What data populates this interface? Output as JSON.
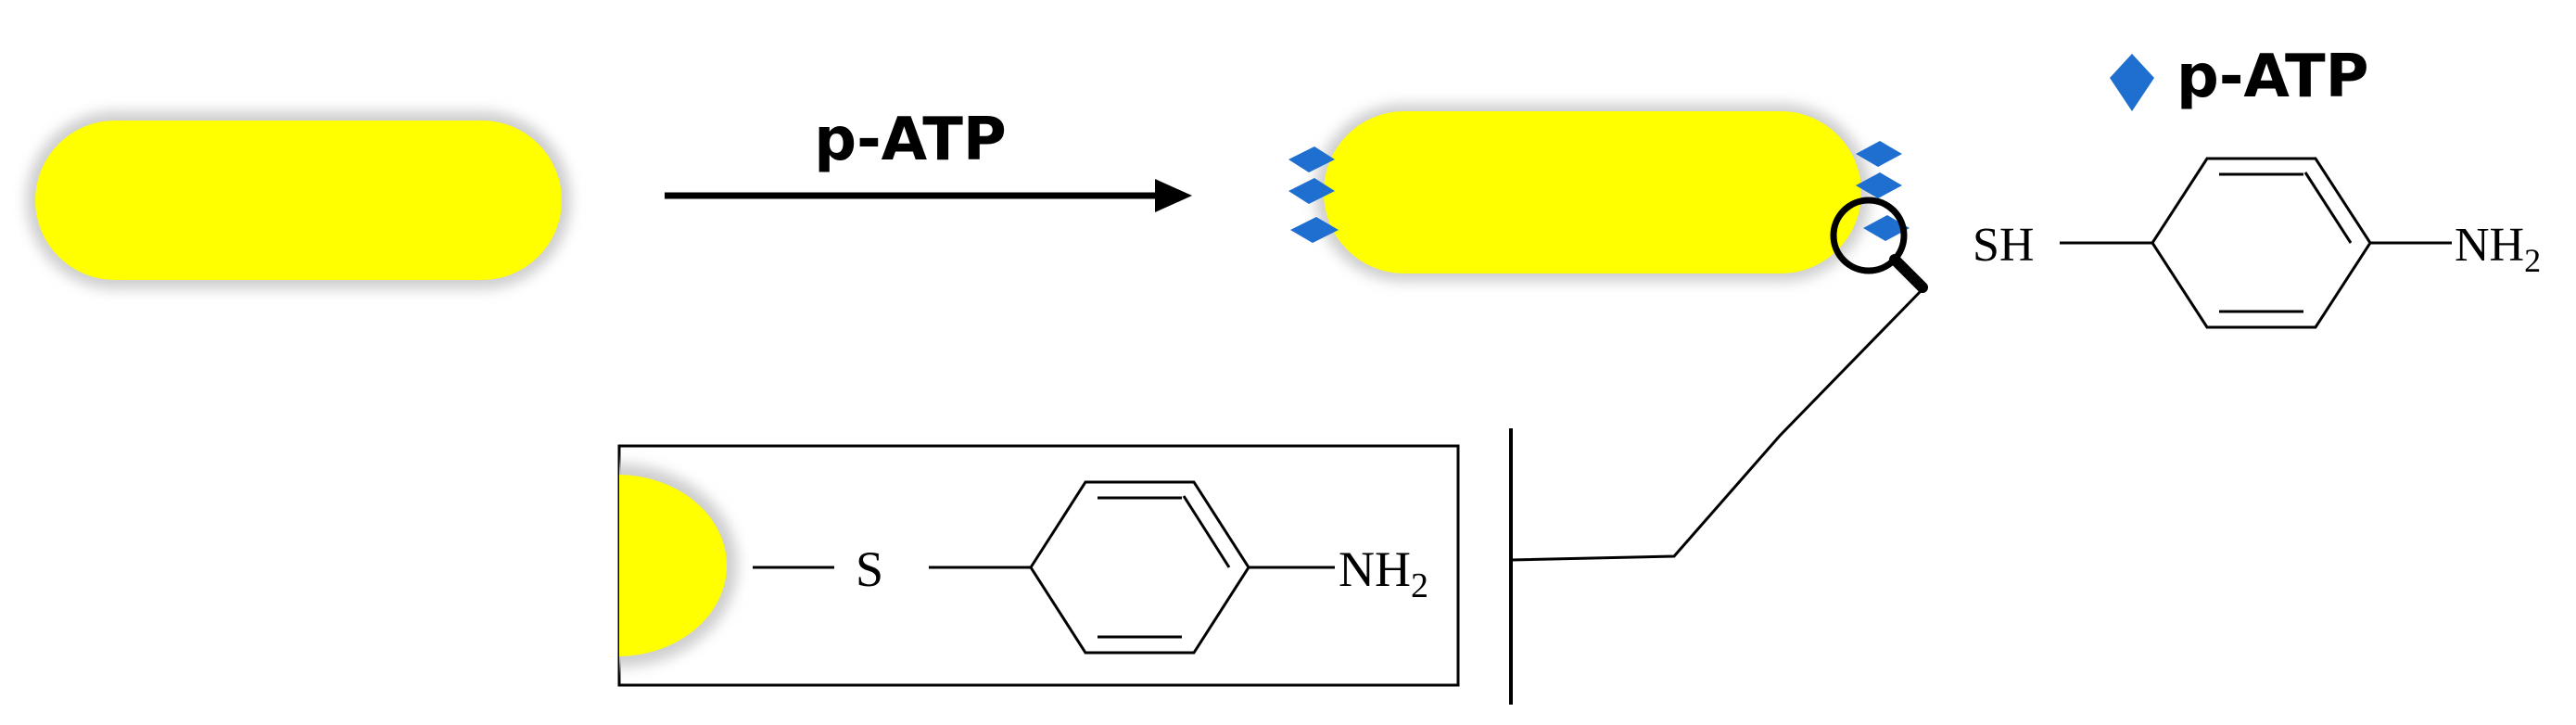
{
  "arrow": {
    "label": "p-ATP"
  },
  "legend": {
    "label": "p-ATP",
    "marker_color": "#1f6fd1"
  },
  "molecule": {
    "left_group": "SH",
    "right_group": "NH",
    "right_subscript": "2"
  },
  "inset": {
    "linker_atom": "S",
    "right_group": "NH",
    "right_subscript": "2"
  },
  "colors": {
    "gold_nanorod": "#ffff00",
    "glow": "#c8c8c8",
    "ligand": "#1f6fd1",
    "ink": "#000000"
  }
}
